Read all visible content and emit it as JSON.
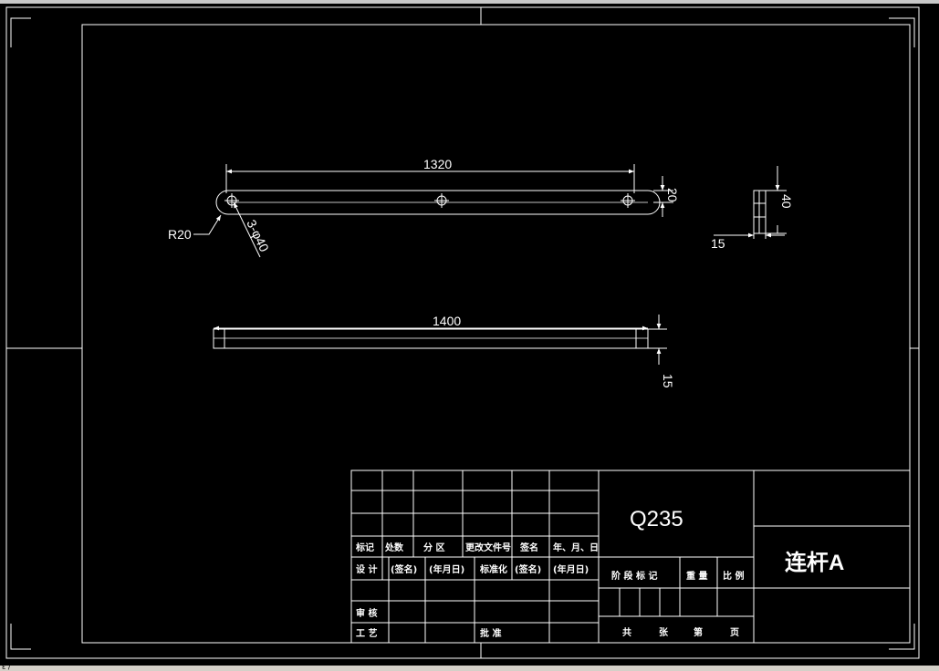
{
  "viewer": {
    "status_fragment": "ε /"
  },
  "drawing": {
    "dimensions": {
      "top_length": "1320",
      "bottom_length": "1400",
      "width": "20",
      "radius": "R20",
      "holes": "3-φ40",
      "side_height": "40",
      "side_width": "15",
      "thickness": "15"
    }
  },
  "title_block": {
    "material": "Q235",
    "part_name": "连杆A",
    "row_revision": [
      "标记",
      "处数",
      "分 区",
      "更改文件号",
      "签名",
      "年、月、日"
    ],
    "row_design": [
      "设 计",
      "(签名)",
      "(年月日)",
      "标准化",
      "(签名)",
      "(年月日)"
    ],
    "label_review": "审 核",
    "label_process": "工 艺",
    "label_approve": "批 准",
    "stage_headers": [
      "阶 段 标 记",
      "重 量",
      "比 例"
    ],
    "sheet_text": [
      "共",
      "张",
      "第",
      "页"
    ]
  },
  "colors": {
    "background": "#000000",
    "lines": "#ffffff",
    "ui_strip": "#d4d0c8"
  }
}
